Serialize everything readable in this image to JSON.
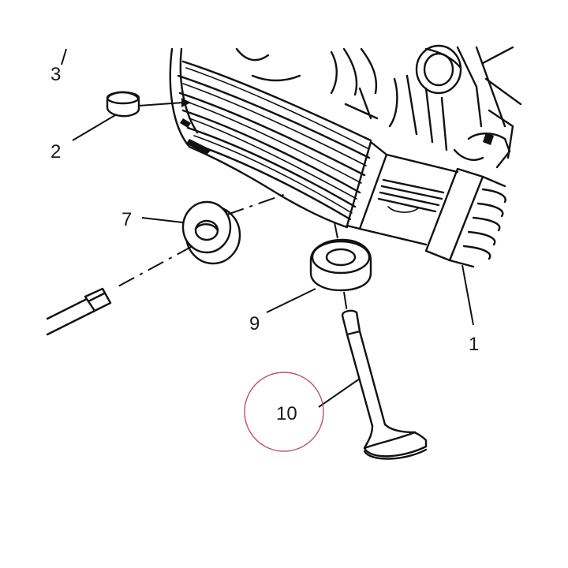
{
  "diagram": {
    "callouts": [
      {
        "id": "3",
        "text": "3"
      },
      {
        "id": "2",
        "text": "2"
      },
      {
        "id": "7",
        "text": "7"
      },
      {
        "id": "9",
        "text": "9"
      },
      {
        "id": "1",
        "text": "1"
      },
      {
        "id": "10",
        "text": "10"
      }
    ],
    "highlight_color": "#c0506a"
  }
}
